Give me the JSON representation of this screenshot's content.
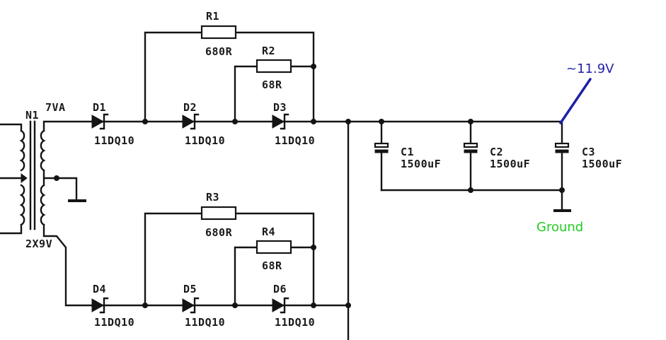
{
  "transformer": {
    "ref": "N1",
    "rating": "7VA",
    "secondary": "2X9V"
  },
  "diodes": [
    {
      "ref": "D1",
      "value": "11DQ10"
    },
    {
      "ref": "D2",
      "value": "11DQ10"
    },
    {
      "ref": "D3",
      "value": "11DQ10"
    },
    {
      "ref": "D4",
      "value": "11DQ10"
    },
    {
      "ref": "D5",
      "value": "11DQ10"
    },
    {
      "ref": "D6",
      "value": "11DQ10"
    }
  ],
  "resistors": [
    {
      "ref": "R1",
      "value": "680R"
    },
    {
      "ref": "R2",
      "value": "68R"
    },
    {
      "ref": "R3",
      "value": "680R"
    },
    {
      "ref": "R4",
      "value": "68R"
    }
  ],
  "capacitors": [
    {
      "ref": "C1",
      "value": "1500uF"
    },
    {
      "ref": "C2",
      "value": "1500uF"
    },
    {
      "ref": "C3",
      "value": "1500uF"
    }
  ],
  "annotations": {
    "voltage": "~11.9V",
    "ground": "Ground",
    "voltage_color": "#1f1fa8",
    "ground_color": "#22cc22"
  }
}
